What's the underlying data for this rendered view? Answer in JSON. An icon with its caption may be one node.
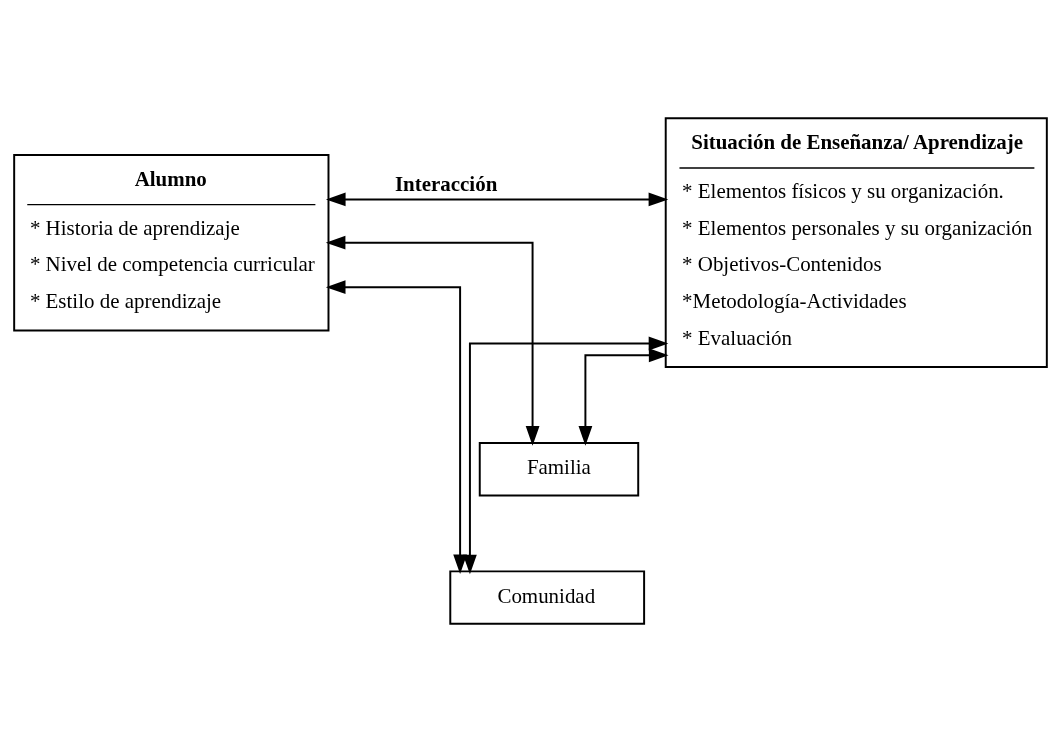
{
  "diagram": {
    "nodes": [
      {
        "text": [
          "Alumno",
          "* Historia de aprendizaje",
          "* Nivel de competencia curricular",
          "* Estilo de aprendizaje"
        ]
      },
      {
        "text": [
          "Situación de Enseñanza/ Aprendizaje",
          "* Elementos físicos y su organización.",
          "* Elementos personales y su organización",
          "* Objetivos-Contenidos",
          "*Metodología-Actividades",
          "* Evaluación"
        ]
      },
      {
        "text": [
          "Familia"
        ]
      },
      {
        "text": [
          "Comunidad"
        ]
      }
    ],
    "edges": [
      {
        "from": 0,
        "to": 1,
        "arrow": "both",
        "label": "Interacción"
      },
      {
        "from": 0,
        "to": 2,
        "arrow": "both"
      },
      {
        "from": 0,
        "to": 3,
        "arrow": "both"
      },
      {
        "from": 1,
        "to": 2,
        "arrow": "both"
      },
      {
        "from": 1,
        "to": 3,
        "arrow": "both"
      }
    ]
  }
}
